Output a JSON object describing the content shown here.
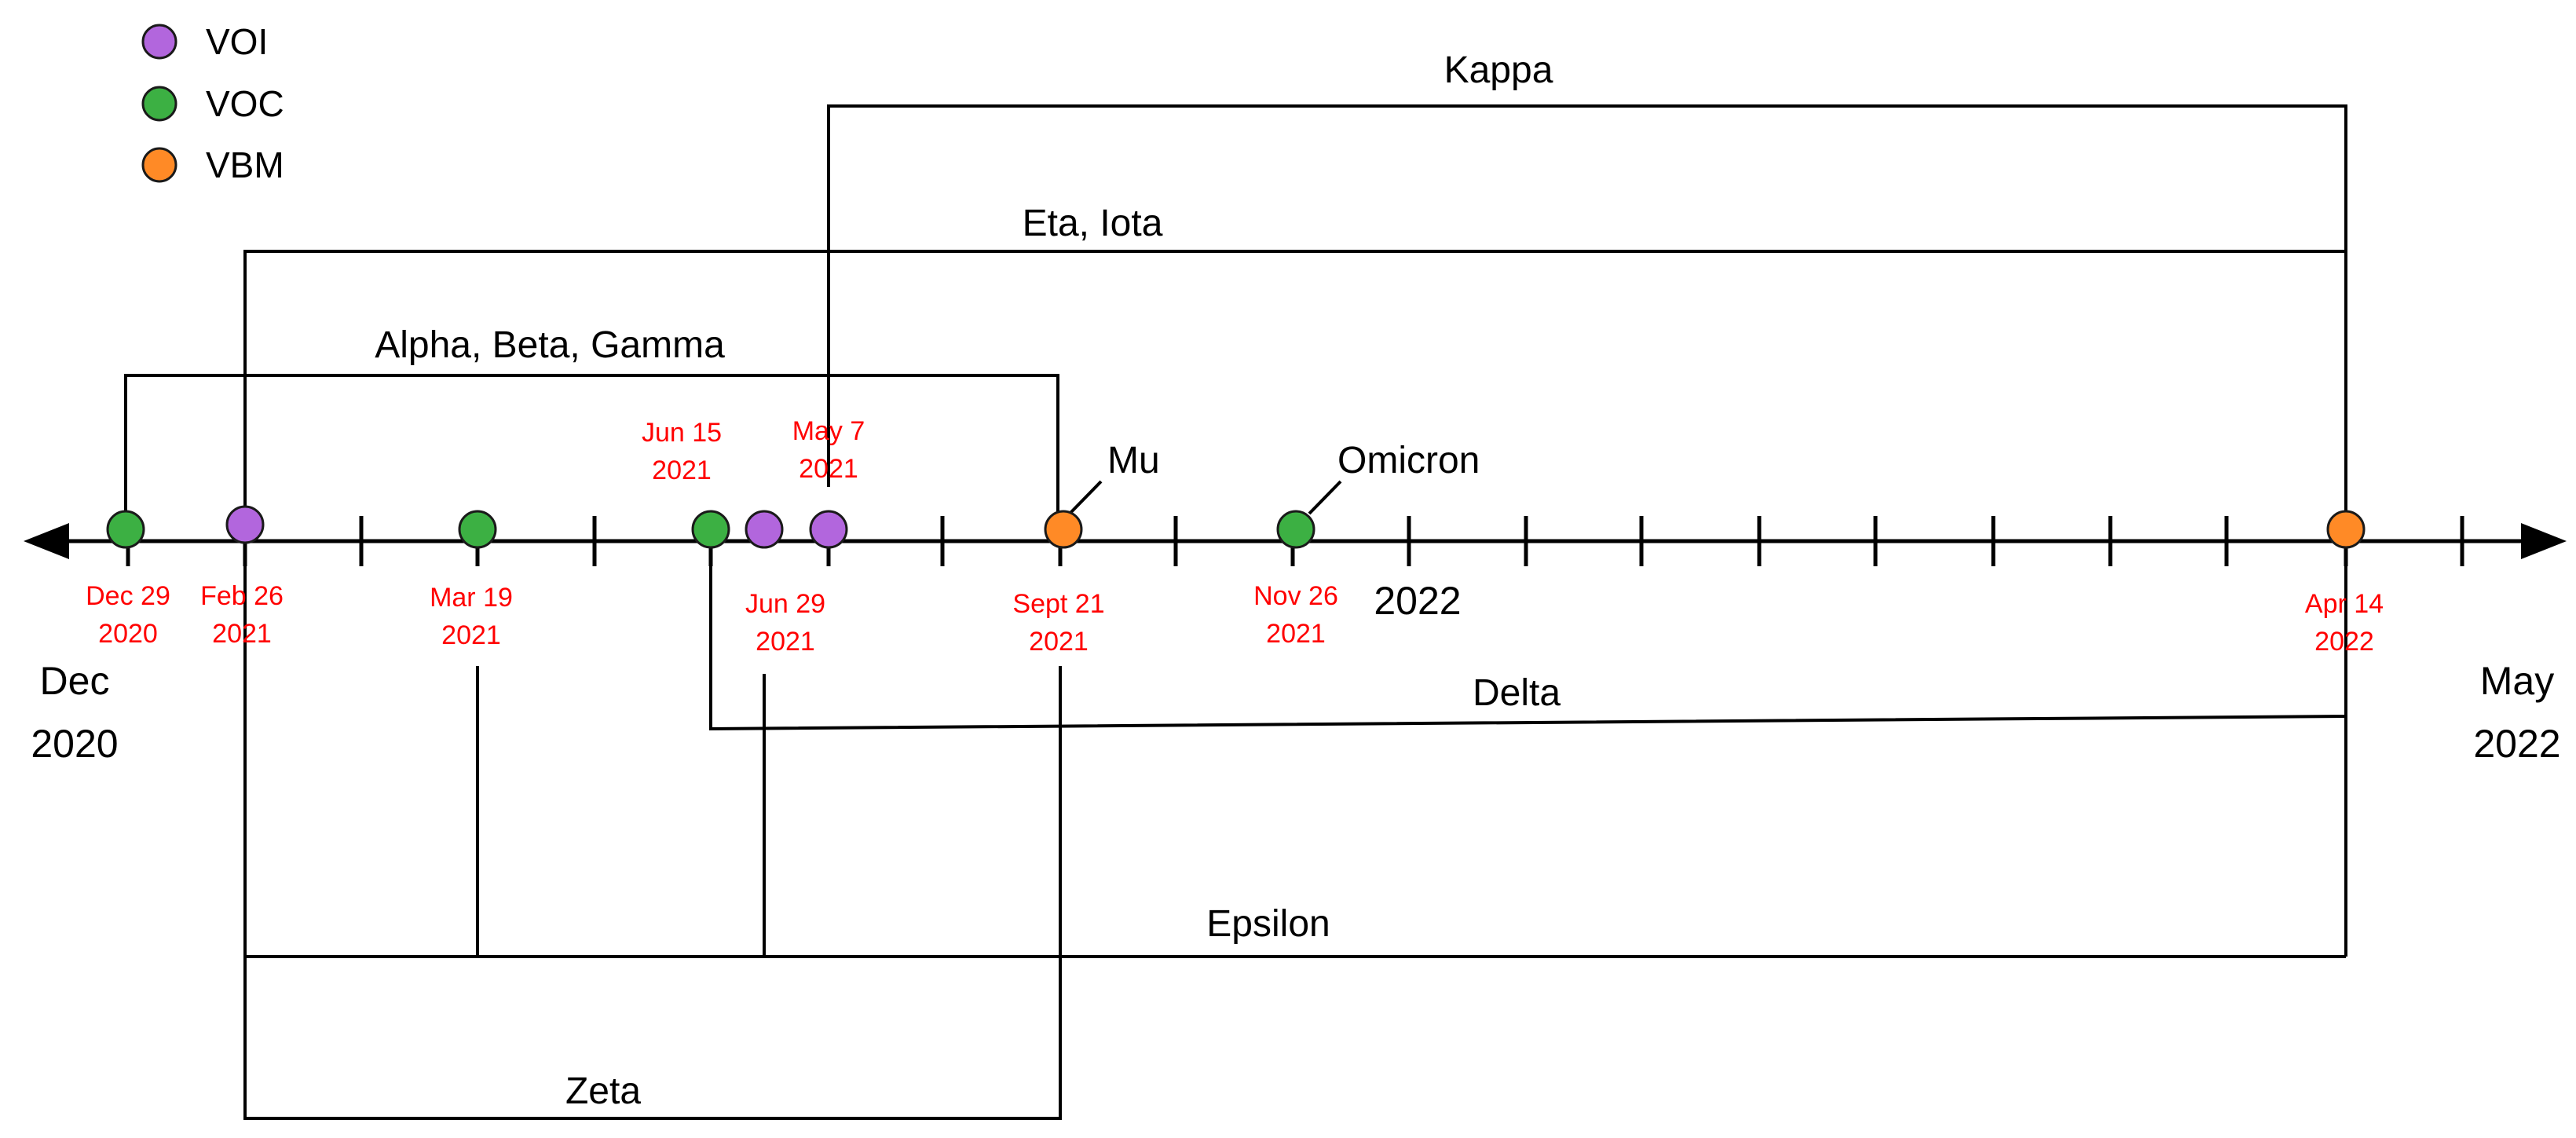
{
  "legend": [
    {
      "label": "VOI",
      "color": "#b266dd"
    },
    {
      "label": "VOC",
      "color": "#3cb043"
    },
    {
      "label": "VBM",
      "color": "#ff8a26"
    }
  ],
  "axis": {
    "start_label": [
      "Dec",
      "2020"
    ],
    "end_label": [
      "May",
      "2022"
    ],
    "year_label": "2022"
  },
  "events": [
    {
      "id": "dec29",
      "date": [
        "Dec 29",
        "2020"
      ],
      "category": "VOC"
    },
    {
      "id": "feb26",
      "date": [
        "Feb 26",
        "2021"
      ],
      "category": "VOI"
    },
    {
      "id": "mar19",
      "date": [
        "Mar 19",
        "2021"
      ],
      "category": "VOC"
    },
    {
      "id": "jun15",
      "date": [
        "Jun 15",
        "2021"
      ],
      "category": "VOC"
    },
    {
      "id": "jun29",
      "date": [
        "Jun 29",
        "2021"
      ],
      "category": "VOI"
    },
    {
      "id": "may7",
      "date": [
        "May 7",
        "2021"
      ],
      "category": "VOI"
    },
    {
      "id": "sep21",
      "date": [
        "Sept 21",
        "2021"
      ],
      "category": "VBM"
    },
    {
      "id": "nov26",
      "date": [
        "Nov 26",
        "2021"
      ],
      "category": "VOC"
    },
    {
      "id": "apr14",
      "date": [
        "Apr 14",
        "2022"
      ],
      "category": "VBM"
    }
  ],
  "variants": [
    {
      "name": "Kappa",
      "from": "may7",
      "to": "apr14"
    },
    {
      "name": "Eta, Iota",
      "from": "feb26",
      "to": "apr14"
    },
    {
      "name": "Alpha, Beta, Gamma",
      "from": "dec29",
      "to": "sep21"
    },
    {
      "name": "Delta",
      "from": "jun15",
      "to": "apr14"
    },
    {
      "name": "Epsilon",
      "from": "feb26",
      "to": "apr14"
    },
    {
      "name": "Zeta",
      "from": "feb26",
      "to": "sep21"
    },
    {
      "name": "Mu",
      "at": "sep21"
    },
    {
      "name": "Omicron",
      "at": "nov26"
    }
  ],
  "colors": {
    "line": "#000000",
    "date_text": "#ff0000",
    "label_text": "#000000",
    "dot_outline": "#1a1a1a"
  }
}
